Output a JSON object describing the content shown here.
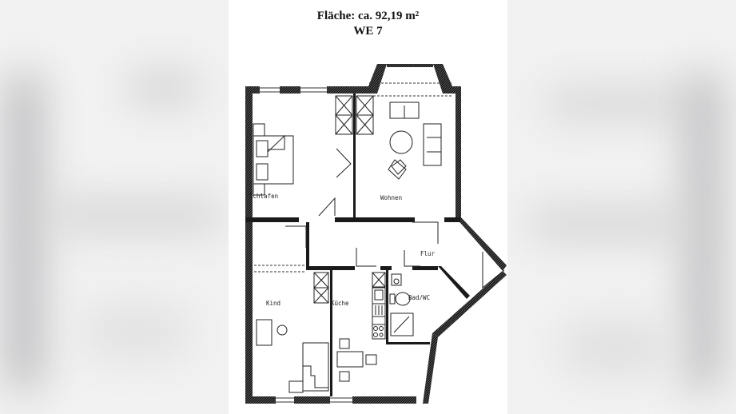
{
  "header": {
    "area_label": "Fläche: ca. 92,19 m²",
    "unit_label": "WE 7"
  },
  "rooms": [
    {
      "id": "schlafen",
      "label": "Schlafen"
    },
    {
      "id": "wohnen",
      "label": "Wohnen"
    },
    {
      "id": "flur",
      "label": "Flur"
    },
    {
      "id": "kind",
      "label": "Kind"
    },
    {
      "id": "kueche",
      "label": "Küche"
    },
    {
      "id": "bad",
      "label": "Bad/WC"
    }
  ],
  "colors": {
    "wall": "#1a1a1a",
    "line": "#333333",
    "paper": "#ffffff",
    "background": "#f2f2f2"
  }
}
